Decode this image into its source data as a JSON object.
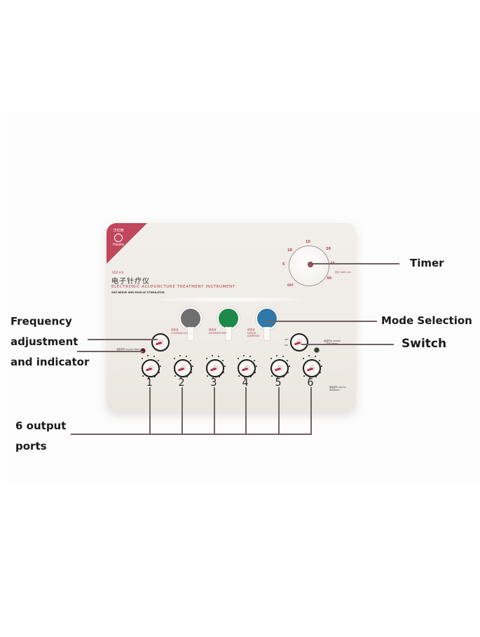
{
  "device": {
    "brand_text": "华佗牌",
    "brand_sub": "Hwato",
    "model": "SDZ-II B",
    "title_cn": "电子针疗仪",
    "title_en": "ELECTRONIC ACUPUNCTURE TREATMENT INSTRUMENT",
    "subtitle": "SDZ NERVE AND MUSCLE STIMULATOR",
    "timer_ticks": [
      "OFF",
      "5",
      "10",
      "15",
      "20",
      "25",
      "30"
    ],
    "timer_unit": "定时 TIMER MIN",
    "mode_buttons": [
      {
        "color": "#6f6f6f",
        "caption": "连续波 CONTINUOUS"
      },
      {
        "color": "#1e8a4a",
        "caption": "断续波 INTERMITTENT"
      },
      {
        "color": "#2f78a8",
        "caption": "疏密波 DENSE-DISPERSE"
      }
    ],
    "freq_label": "频率调节 ADJUST FREQ",
    "power_label": "电源开关 POWER 复位 RESET",
    "intensity_label": "强度调节 ADJUST INTENSITY",
    "knob_marks": [
      "OFF",
      "ON"
    ],
    "ports": [
      "1",
      "2",
      "3",
      "4",
      "5",
      "6"
    ]
  },
  "callouts": {
    "timer": "Timer",
    "mode": "Mode Selection",
    "switch": "Switch",
    "frequency_line1": "Frequency",
    "frequency_line2": "adjustment",
    "frequency_line3": "and indicator",
    "ports_line1": "6 output",
    "ports_line2": "ports"
  },
  "colors": {
    "accent": "#c0475c",
    "leader_line": "#6e6266"
  }
}
